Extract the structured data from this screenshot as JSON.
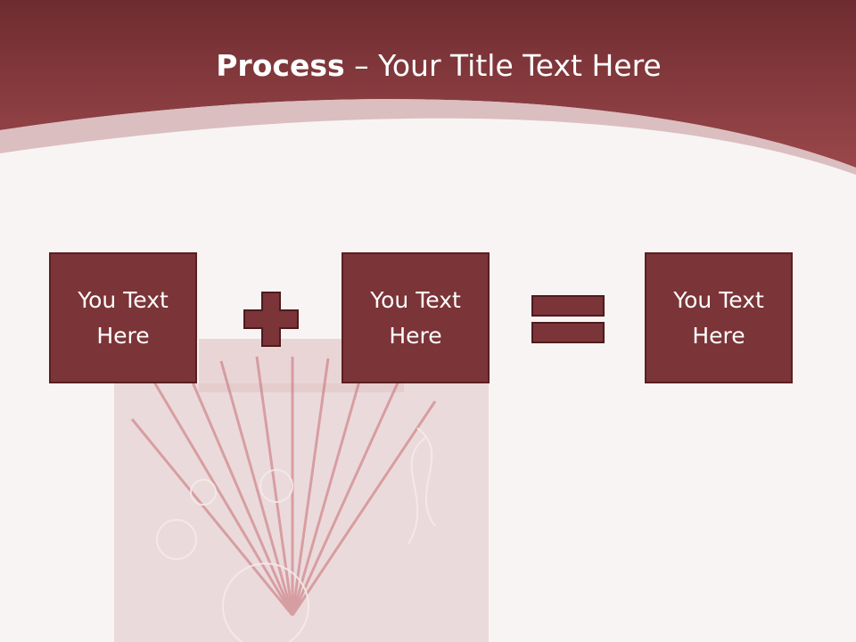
{
  "slide": {
    "title_bold": "Process",
    "title_separator": " – ",
    "title_rest": "Your Title Text Here",
    "boxes": [
      {
        "label": "You Text\nHere"
      },
      {
        "label": "You Text\nHere"
      },
      {
        "label": "You Text\nHere"
      }
    ],
    "operators": [
      "plus-icon",
      "equals-icon"
    ]
  },
  "colors": {
    "header_dark": "#6e2c30",
    "header_light": "#9a474a",
    "background": "#f8f4f4",
    "box_fill": "#7b3437",
    "box_border": "#5a1f22"
  }
}
